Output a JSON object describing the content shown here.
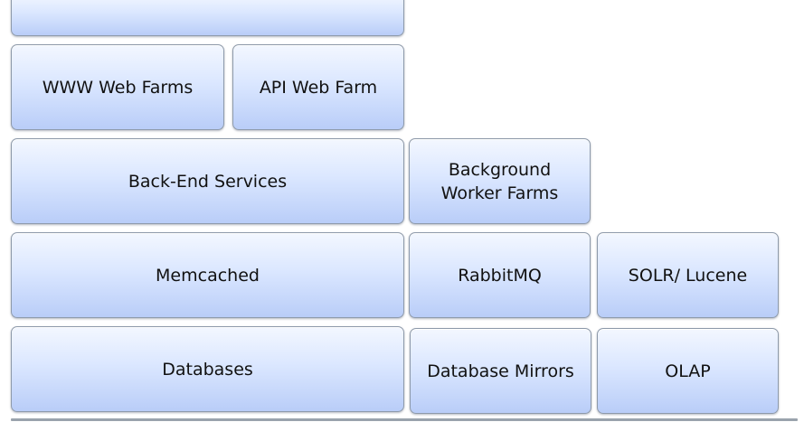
{
  "diagram": {
    "top_block": {
      "label": ""
    },
    "www_web_farms": {
      "label": "WWW Web Farms"
    },
    "api_web_farm": {
      "label": "API Web Farm"
    },
    "back_end_services": {
      "label": "Back-End Services"
    },
    "background_worker_farms": {
      "label": "Background\nWorker Farms"
    },
    "memcached": {
      "label": "Memcached"
    },
    "rabbitmq": {
      "label": "RabbitMQ"
    },
    "solr_lucene": {
      "label": "SOLR/ Lucene"
    },
    "databases": {
      "label": "Databases"
    },
    "database_mirrors": {
      "label": "Database Mirrors"
    },
    "olap": {
      "label": "OLAP"
    }
  },
  "colors": {
    "block_fill_top": "#f3f7ff",
    "block_fill_bottom": "#b9cdf8",
    "block_border": "#8e9aaa",
    "text": "#111111"
  }
}
